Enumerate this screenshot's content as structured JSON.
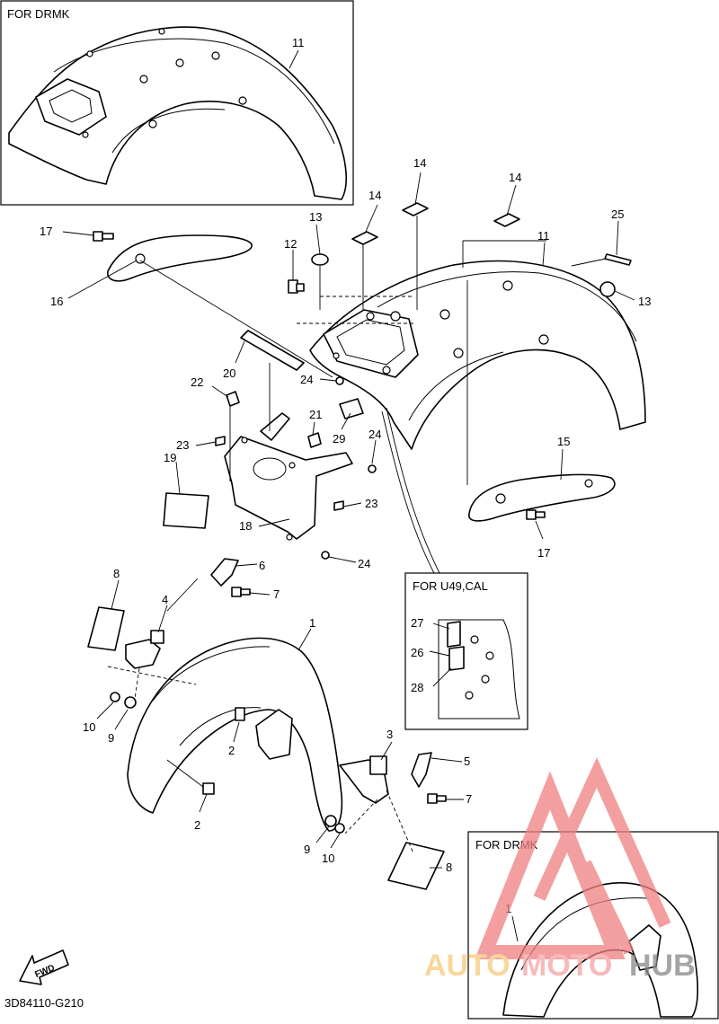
{
  "diagram": {
    "code": "3D84110-G210",
    "fwd": "FWD",
    "watermark": {
      "part1": "AUTO",
      "part2": "MOTO",
      "part3": "HUB"
    },
    "insets": [
      {
        "id": "top-left",
        "title": "FOR DRMK",
        "labels": [
          "11"
        ]
      },
      {
        "id": "middle",
        "title": "FOR U49,CAL",
        "labels": [
          "27",
          "26",
          "28"
        ]
      },
      {
        "id": "bottom-right",
        "title": "FOR DRMK",
        "labels": [
          "1"
        ]
      }
    ],
    "callouts": [
      "17",
      "16",
      "13",
      "12",
      "14",
      "14",
      "14",
      "25",
      "11",
      "13",
      "20",
      "24",
      "22",
      "21",
      "29",
      "23",
      "19",
      "24",
      "18",
      "23",
      "24",
      "15",
      "17",
      "6",
      "8",
      "4",
      "7",
      "1",
      "10",
      "9",
      "2",
      "2",
      "3",
      "5",
      "7",
      "9",
      "10",
      "8"
    ]
  }
}
